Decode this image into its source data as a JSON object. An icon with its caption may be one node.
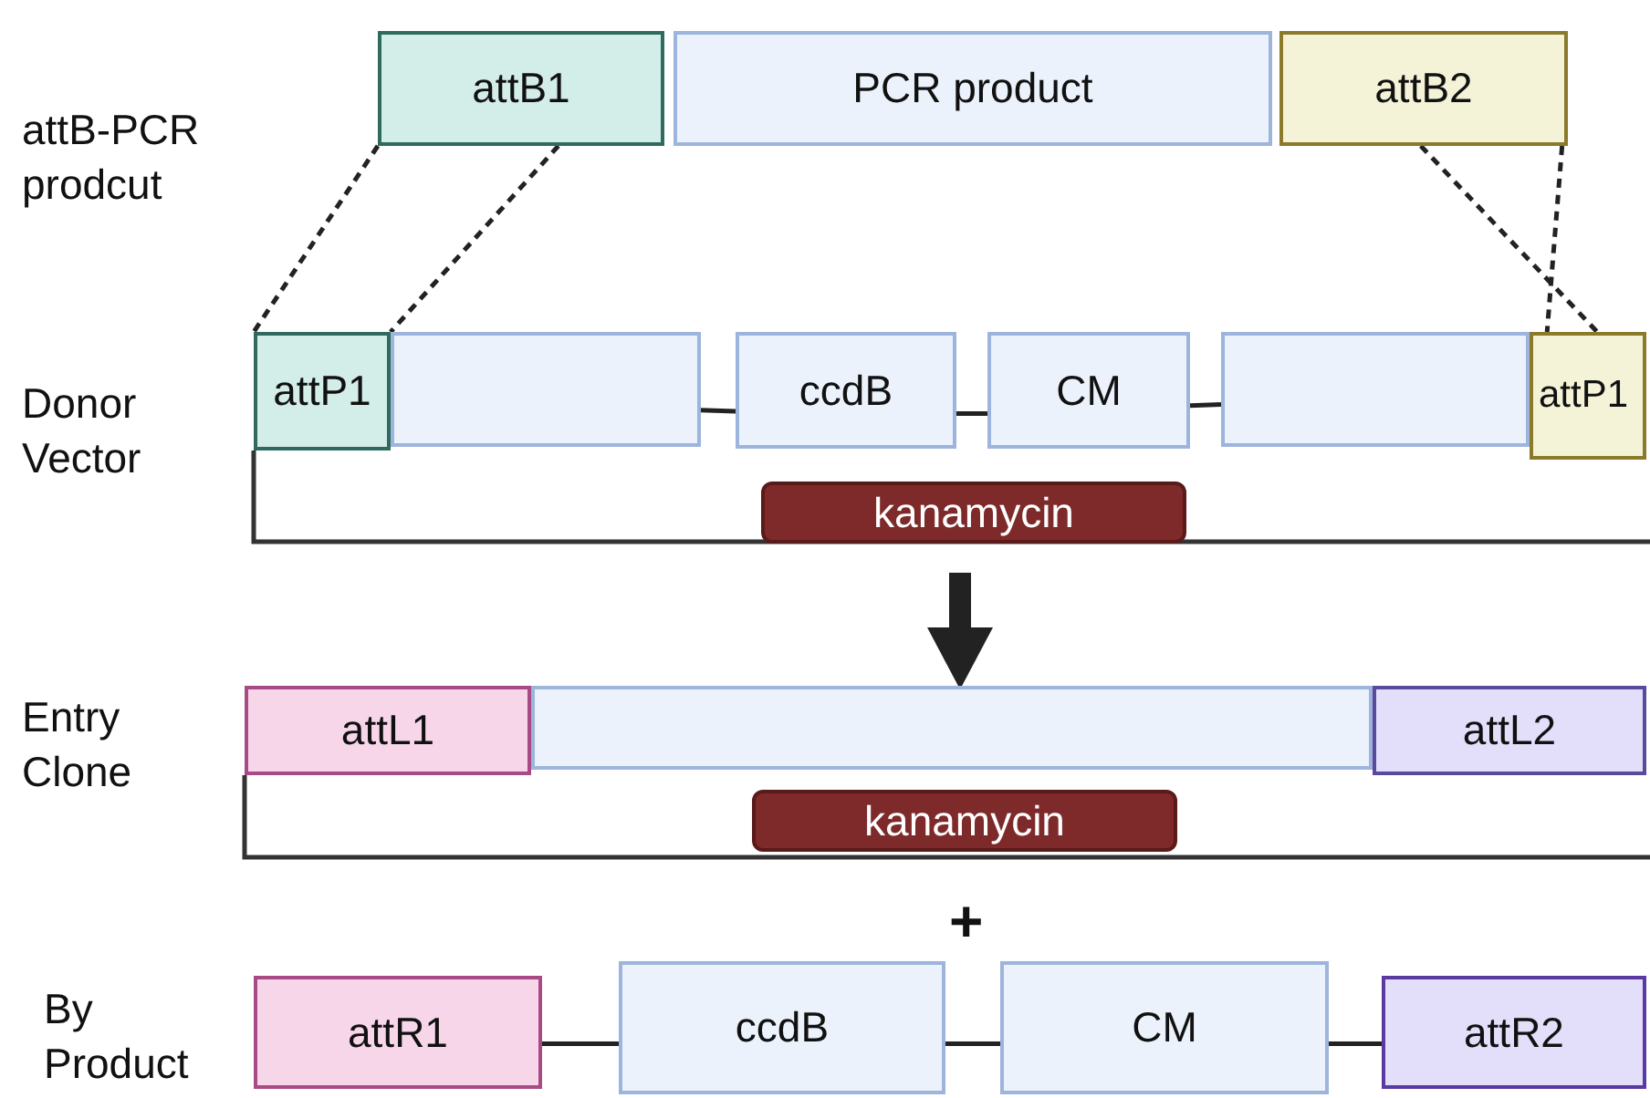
{
  "diagram": {
    "nodes": [
      {
        "text": [
          "attB1"
        ]
      },
      {
        "text": [
          "PCR product"
        ]
      },
      {
        "text": [
          "attB2"
        ]
      },
      {
        "text": [
          "attP1"
        ]
      },
      {
        "text": [],
        "shape": "box"
      },
      {
        "text": [
          "ccdB"
        ]
      },
      {
        "text": [
          "CM"
        ]
      },
      {
        "text": [],
        "shape": "box"
      },
      {
        "text": [
          "attP1"
        ]
      },
      {
        "text": [
          "kanamycin"
        ]
      },
      {
        "text": [
          "attL1"
        ]
      },
      {
        "text": [],
        "shape": "box"
      },
      {
        "text": [
          "attL2"
        ]
      },
      {
        "text": [
          "kanamycin"
        ]
      },
      {
        "text": [
          "attR1"
        ]
      },
      {
        "text": [
          "ccdB"
        ]
      },
      {
        "text": [
          "CM"
        ]
      },
      {
        "text": [
          "attR2"
        ]
      }
    ],
    "edges": [
      {
        "from": 0,
        "to": 3,
        "arrow": "none",
        "style": "dashed"
      },
      {
        "from": 0,
        "to": 3,
        "arrow": "none",
        "style": "dashed"
      },
      {
        "from": 2,
        "to": 8,
        "arrow": "none",
        "style": "dashed"
      },
      {
        "from": 2,
        "to": 8,
        "arrow": "none",
        "style": "dashed"
      },
      {
        "from": 4,
        "to": 5,
        "arrow": "none"
      },
      {
        "from": 5,
        "to": 6,
        "arrow": "none"
      },
      {
        "from": 6,
        "to": 7,
        "arrow": "none"
      },
      {
        "from": 14,
        "to": 15,
        "arrow": "none"
      },
      {
        "from": 15,
        "to": 16,
        "arrow": "none"
      },
      {
        "from": 16,
        "to": 17,
        "arrow": "none"
      }
    ],
    "labels": [
      "attB-PCR prodcut",
      "Donor Vector",
      "Entry Clone",
      "+",
      "By Product"
    ]
  }
}
